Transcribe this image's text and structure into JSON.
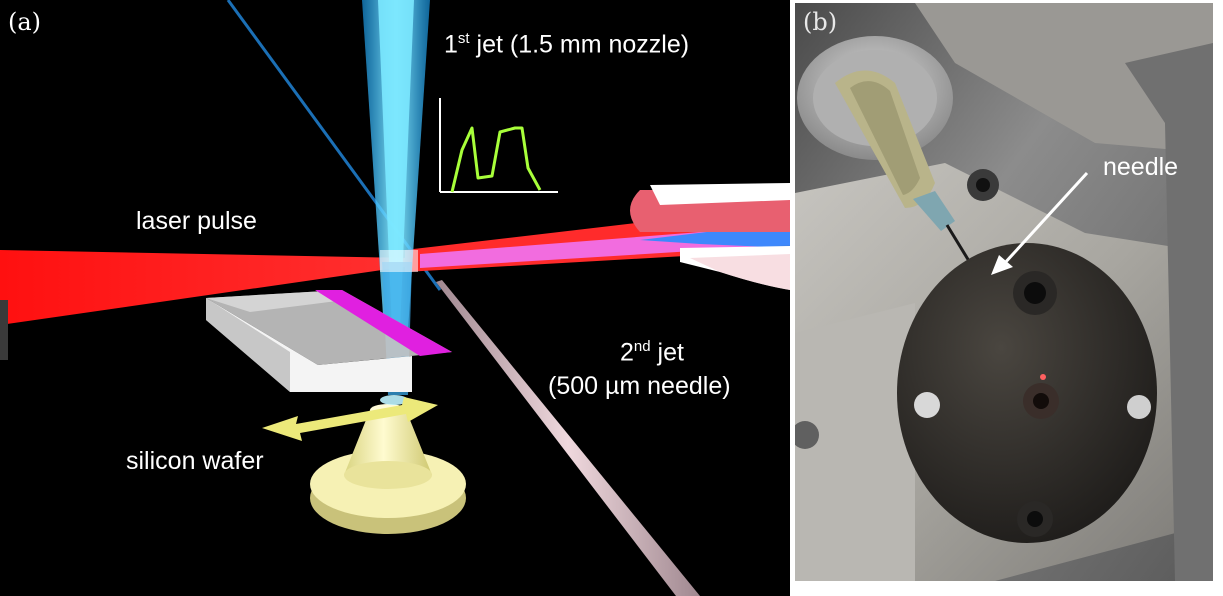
{
  "panel_a": {
    "tag": "(a)",
    "first_jet": {
      "sup": "st",
      "prefix": "1",
      "rest": " jet (1.5 mm nozzle)"
    },
    "laser_label": "laser pulse",
    "second_jet": {
      "prefix": "2",
      "sup": "nd",
      "rest": " jet",
      "line2": "(500 µm needle)"
    },
    "wafer_label": "silicon wafer",
    "colors": {
      "laser": "#ff1a1a",
      "first_jet": "#3fd9ff",
      "second_jet": "#d9b8bf",
      "wafer_edge": "#e020e0",
      "stage": "#f2efa8",
      "profile": "#a8ff3a",
      "arrow": "#ece97a"
    }
  },
  "panel_b": {
    "tag": "(b)",
    "needle_label": "needle"
  }
}
